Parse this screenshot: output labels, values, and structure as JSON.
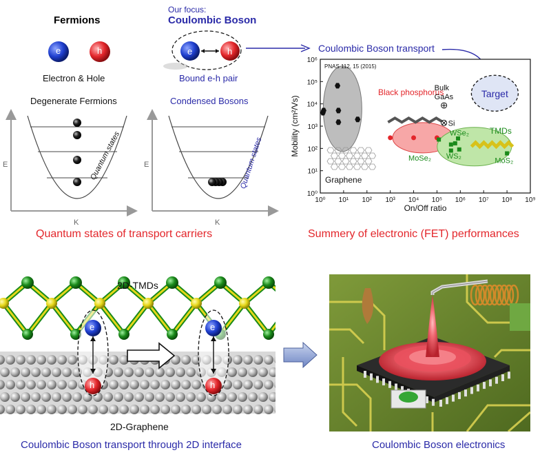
{
  "top_left": {
    "fermions_title": "Fermions",
    "electron_label": "e",
    "hole_label": "h",
    "electron_hole_caption": "Electron & Hole",
    "degenerate_caption": "Degenerate Fermions",
    "axis_e": "E",
    "axis_k": "K",
    "quantum_states": "Quantum states"
  },
  "top_middle": {
    "focus_line1": "Our focus:",
    "focus_line2": "Coulombic Boson",
    "electron_label": "e",
    "hole_label": "h",
    "pair_caption": "Bound e-h pair",
    "condensed_caption": "Condensed Bosons",
    "axis_e": "E",
    "axis_k": "K",
    "quantum_states": "Quantum states"
  },
  "left_section_caption": "Quantum states of transport carriers",
  "chart_header": "Coulombic Boson transport",
  "chart_section_caption": "Summery of electronic (FET) performances",
  "chart_data": {
    "type": "scatter",
    "annotation_ref": "PNAS 112, 15 (2015)",
    "xlabel": "On/Off ratio",
    "ylabel": "Mobility (cm²/Vs)",
    "x_log": true,
    "y_log": true,
    "xlim": [
      1,
      1000000000
    ],
    "ylim": [
      1,
      1000000
    ],
    "x_tick_labels": [
      "10⁰",
      "10¹",
      "10²",
      "10³",
      "10⁴",
      "10⁵",
      "10⁶",
      "10⁷",
      "10⁸",
      "10⁹"
    ],
    "y_tick_labels": [
      "10⁰",
      "10¹",
      "10²",
      "10³",
      "10⁴",
      "10⁵",
      "10⁶"
    ],
    "series": [
      {
        "name": "Graphene",
        "marker": "hexagon",
        "color": "#111111",
        "points": [
          [
            5.5,
            65000
          ],
          [
            1.3,
            4000
          ],
          [
            1.4,
            5000
          ],
          [
            6,
            5000
          ],
          [
            40,
            2000
          ],
          [
            6,
            1500
          ]
        ]
      },
      {
        "name": "Black phosphorus",
        "marker": "circle",
        "color": "#e3262b",
        "points": [
          [
            1000,
            300
          ],
          [
            10000,
            300
          ],
          [
            100000,
            300
          ]
        ]
      },
      {
        "name": "TMDs",
        "marker": "square",
        "color": "#1a8a1a",
        "points": [
          [
            120000,
            250
          ],
          [
            800000,
            280
          ],
          [
            400000,
            150
          ],
          [
            600000,
            170
          ],
          [
            400000,
            80
          ],
          [
            900000,
            90
          ],
          [
            100000000,
            60
          ]
        ]
      }
    ],
    "labels": {
      "graphene": "Graphene",
      "black_phosphorus": "Black phosphorus",
      "bulk": "Bulk",
      "gaas": "GaAs",
      "si": "Si",
      "target": "Target",
      "wse2": "WSe₂",
      "mose2": "MoSe₂",
      "ws2": "WS₂",
      "mos2": "MoS₂",
      "tmds": "TMDs"
    },
    "reference_points": [
      {
        "name": "GaAs",
        "x": 200000,
        "y": 8500
      },
      {
        "name": "Si",
        "x": 200000,
        "y": 1400
      }
    ],
    "target_region": {
      "x_center": 30000000,
      "y_center": 30000
    }
  },
  "bottom_left": {
    "top_layer": "2D-TMDs",
    "bottom_layer": "2D-Graphene",
    "electron_label": "e",
    "hole_label": "h",
    "caption": "Coulombic Boson transport through 2D interface"
  },
  "bottom_right": {
    "caption": "Coulombic Boson electronics"
  },
  "colors": {
    "electron": "#1f3fcf",
    "hole": "#e3262b",
    "caption_red": "#e3262b",
    "caption_blue": "#2a2aa8",
    "tmd_green": "#1a8a1a",
    "sulfur_yellow": "#e6d81a"
  }
}
